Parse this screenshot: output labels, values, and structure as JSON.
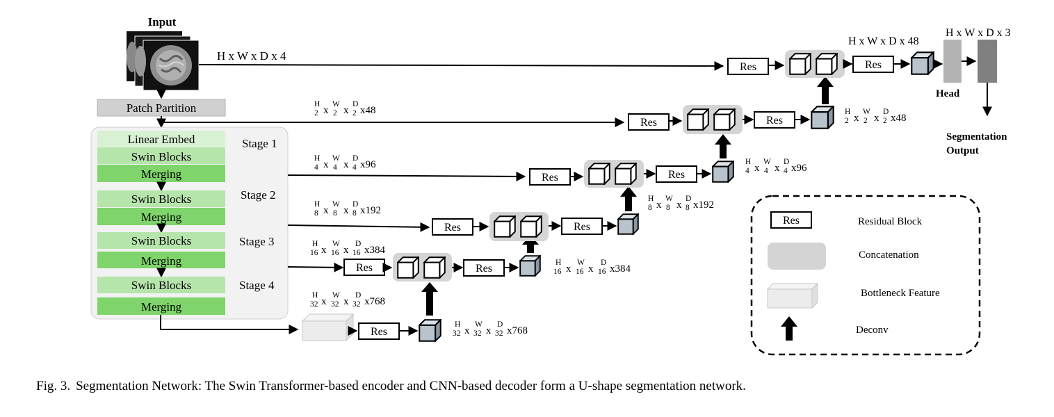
{
  "input": {
    "title": "Input",
    "dims": "H x W x D x 4"
  },
  "patch_partition": "Patch Partition",
  "encoder": {
    "stage1": {
      "label": "Stage 1",
      "blocks": [
        "Linear Embed",
        "Swin Blocks",
        "Merging"
      ]
    },
    "stage2": {
      "label": "Stage 2",
      "blocks": [
        "Swin Blocks",
        "Merging"
      ]
    },
    "stage3": {
      "label": "Stage 3",
      "blocks": [
        "Swin Blocks",
        "Merging"
      ]
    },
    "stage4": {
      "label": "Stage 4",
      "blocks": [
        "Swin Blocks",
        "Merging"
      ]
    }
  },
  "res_label": "Res",
  "skip_dims": {
    "full": {
      "H": "H",
      "W": "W",
      "D": "D",
      "x": "x",
      "ch": "4"
    },
    "half": {
      "num": [
        "H",
        "W",
        "D"
      ],
      "den": "2",
      "ch": "x48"
    },
    "quarter": {
      "num": [
        "H",
        "W",
        "D"
      ],
      "den": "4",
      "ch": "x96"
    },
    "eighth": {
      "num": [
        "H",
        "W",
        "D"
      ],
      "den": "8",
      "ch": "x192"
    },
    "sixteenth": {
      "num": [
        "H",
        "W",
        "D"
      ],
      "den": "16",
      "ch": "x384"
    },
    "thirtysecond": {
      "num": [
        "H",
        "W",
        "D"
      ],
      "den": "32",
      "ch": "x768"
    }
  },
  "decoder_dims": {
    "top": "H x W x D x 48",
    "half": {
      "den": "2",
      "ch": "x48"
    },
    "quarter": {
      "den": "4",
      "ch": "x96"
    },
    "eighth": {
      "den": "8",
      "ch": "x192"
    },
    "sixteenth": {
      "den": "16",
      "ch": "x384"
    },
    "thirtysecond": {
      "den": "32",
      "ch": "x768"
    }
  },
  "output": {
    "dims": "H x W x D x 3",
    "head": "Head",
    "seg1": "Segmentation",
    "seg2": "Output"
  },
  "legend": {
    "res": "Res",
    "residual_block": "Residual Block",
    "concatenation": "Concatenation",
    "bottleneck": "Bottleneck Feature",
    "deconv": "Deconv"
  },
  "caption": {
    "prefix": "Fig. 3.",
    "text": "Segmentation Network: The Swin Transformer-based encoder and CNN-based decoder form a U-shape segmentation network."
  },
  "colors": {
    "stage_bg": "#f2f2f2",
    "light_green": "#d9f1d3",
    "mid_green": "#b6e5ab",
    "green": "#7fd46b",
    "cube": "#b9c3cc",
    "concat_bg": "#d4d4d4",
    "patch_bg": "#d0d0d0",
    "head1": "#b3b3b3",
    "head2": "#808080"
  }
}
